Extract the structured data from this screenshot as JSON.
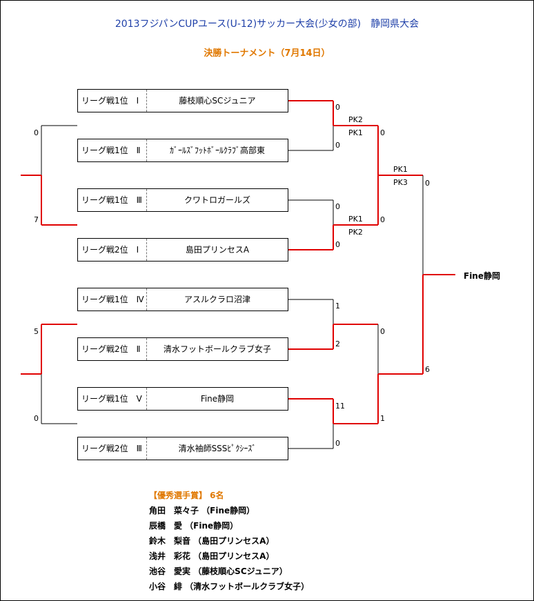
{
  "header": {
    "title": "2013フジパンCUPユース(U-12)サッカー大会(少女の部)　静岡県大会",
    "subtitle": "決勝トーナメント（7月14日）"
  },
  "colors": {
    "title": "#1e3fa8",
    "accent": "#e07800",
    "win_line": "#e00000",
    "line": "#000000"
  },
  "teams": [
    {
      "seed": "リーグ戦1位　Ⅰ",
      "name": "藤枝順心SCジュニア"
    },
    {
      "seed": "リーグ戦1位　Ⅱ",
      "name": "ｶﾞｰﾙｽﾞﾌｯﾄﾎﾞｰﾙｸﾗﾌﾞ高部東"
    },
    {
      "seed": "リーグ戦1位　Ⅲ",
      "name": "クワトロガールズ"
    },
    {
      "seed": "リーグ戦2位　Ⅰ",
      "name": "島田プリンセスA"
    },
    {
      "seed": "リーグ戦1位　Ⅳ",
      "name": "アスルクラロ沼津"
    },
    {
      "seed": "リーグ戦2位　Ⅱ",
      "name": "清水フットボールクラブ女子"
    },
    {
      "seed": "リーグ戦1位　Ⅴ",
      "name": "Fine静岡"
    },
    {
      "seed": "リーグ戦2位　Ⅲ",
      "name": "清水袖師SSSﾋﾟｸｼｰｽﾞ"
    }
  ],
  "scores": {
    "r1_m1_top": "0",
    "r1_m1_bottom": "0",
    "r1_m1_pk_top": "PK2",
    "r1_m1_pk_bottom": "PK1",
    "r1_m2_top": "0",
    "r1_m2_bottom": "0",
    "r1_m2_pk_top": "PK1",
    "r1_m2_pk_bottom": "PK2",
    "r1_m3_top": "1",
    "r1_m3_bottom": "2",
    "r1_m4_top": "11",
    "r1_m4_bottom": "0",
    "sf1_top": "0",
    "sf1_bottom": "0",
    "sf1_pk_top": "PK1",
    "sf1_pk_bottom": "PK3",
    "sf2_top": "0",
    "sf2_bottom": "1",
    "final_top": "0",
    "final_bottom": "6",
    "third_m1_top": "0",
    "third_m1_bottom": "7",
    "third_m2_top": "5",
    "third_m2_bottom": "0"
  },
  "winner": "Fine静岡",
  "awards": {
    "heading": "【優秀選手賞】 6名",
    "players": [
      "角田　菜々子 （Fine静岡）",
      "辰橋　愛 （Fine静岡）",
      "鈴木　梨音 （島田プリンセスA）",
      "浅井　彩花 （島田プリンセスA）",
      "池谷　愛実 （藤枝順心SCジュニア）",
      "小谷　緋 （清水フットボールクラブ女子）"
    ]
  }
}
